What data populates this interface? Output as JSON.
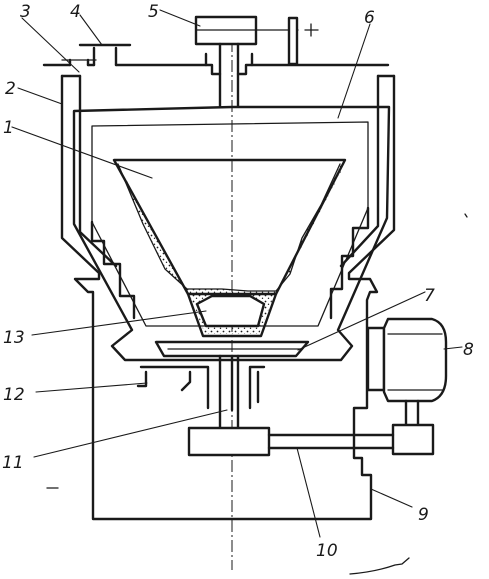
{
  "labels": {
    "n1": "1",
    "n2": "2",
    "n3": "3",
    "n4": "4",
    "n5": "5",
    "n6": "6",
    "n7": "7",
    "n8": "8",
    "n9": "9",
    "n10": "10",
    "n11": "11",
    "n12": "12",
    "n13": "13"
  }
}
